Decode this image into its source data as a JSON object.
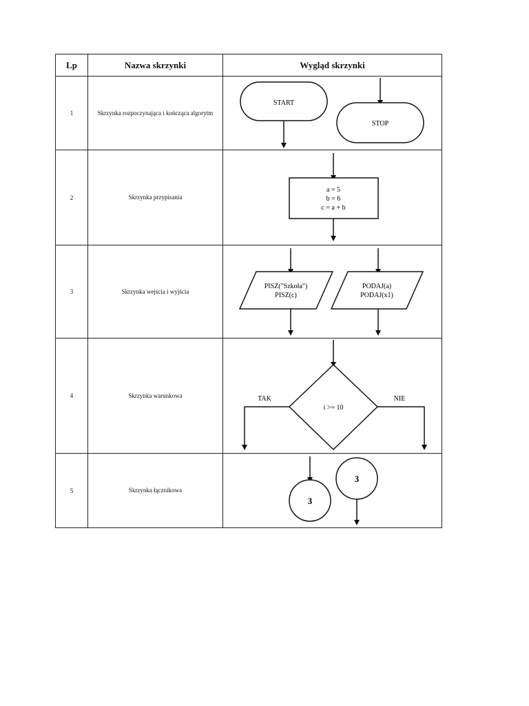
{
  "header": {
    "lp": "Lp",
    "name": "Nazwa skrzynki",
    "look": "Wygląd skrzynki"
  },
  "rows": [
    {
      "lp": "1",
      "name": "Skrzynka rozpoczynająca i kończąca algorytm",
      "shapes": {
        "start": "START",
        "stop": "STOP"
      }
    },
    {
      "lp": "2",
      "name": "Skrzynka przypisania",
      "shapes": {
        "lines": [
          "a = 5",
          "b = 6",
          "c = a + b"
        ]
      }
    },
    {
      "lp": "3",
      "name": "Skrzynka wejścia i wyjścia",
      "shapes": {
        "left": [
          "PISZ(\"Szkoła\")",
          "PISZ(c)"
        ],
        "right": [
          "PODAJ(a)",
          "PODAJ(x1)"
        ]
      }
    },
    {
      "lp": "4",
      "name": "Skrzynka warunkowa",
      "shapes": {
        "condition": "i >= 10",
        "yes": "TAK",
        "no": "NIE"
      }
    },
    {
      "lp": "5",
      "name": "Skrzynka łącznikowa",
      "shapes": {
        "connector_in": "3",
        "connector_out": "3"
      }
    }
  ]
}
